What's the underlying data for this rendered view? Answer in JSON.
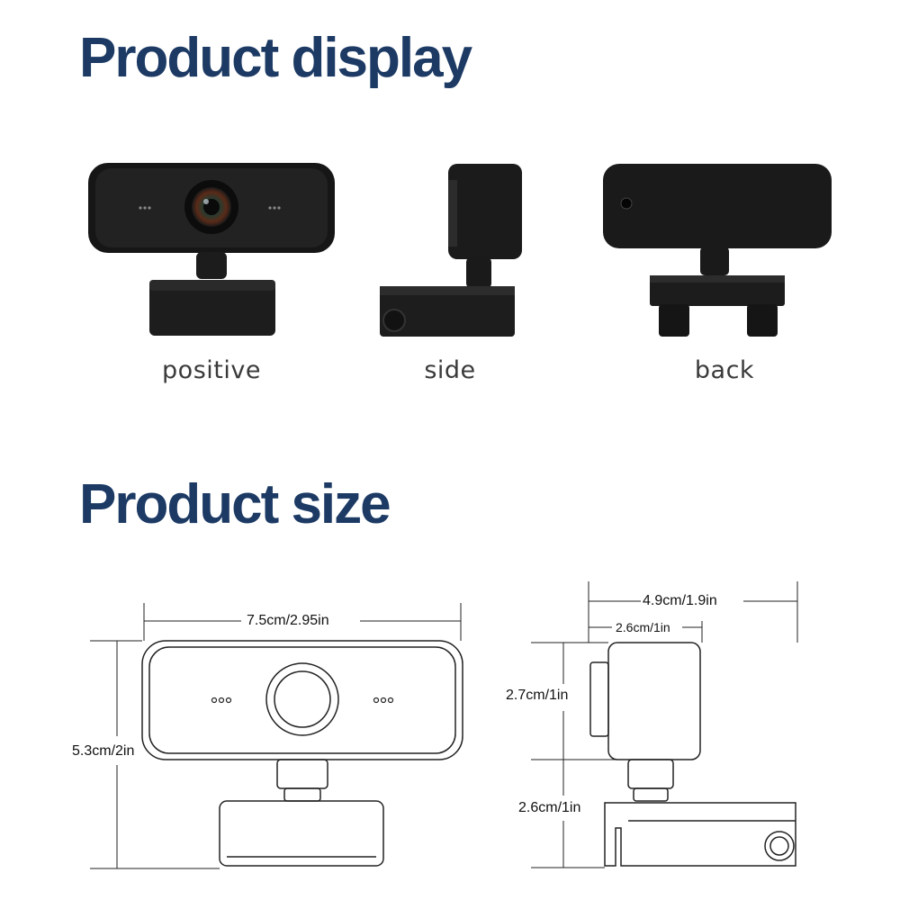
{
  "sections": {
    "display_title": "Product display",
    "size_title": "Product size"
  },
  "views": {
    "front": "positive",
    "side": "side",
    "back": "back"
  },
  "dimensions": {
    "width": "7.5cm/2.95in",
    "height": "5.3cm/2in",
    "side_total_depth": "4.9cm/1.9in",
    "side_head_depth": "2.6cm/1in",
    "head_height": "2.7cm/1in",
    "base_height": "2.6cm/1in"
  },
  "colors": {
    "title": "#1c3a64",
    "caption": "#3a3a3a",
    "product_body": "#1a1a1a"
  }
}
